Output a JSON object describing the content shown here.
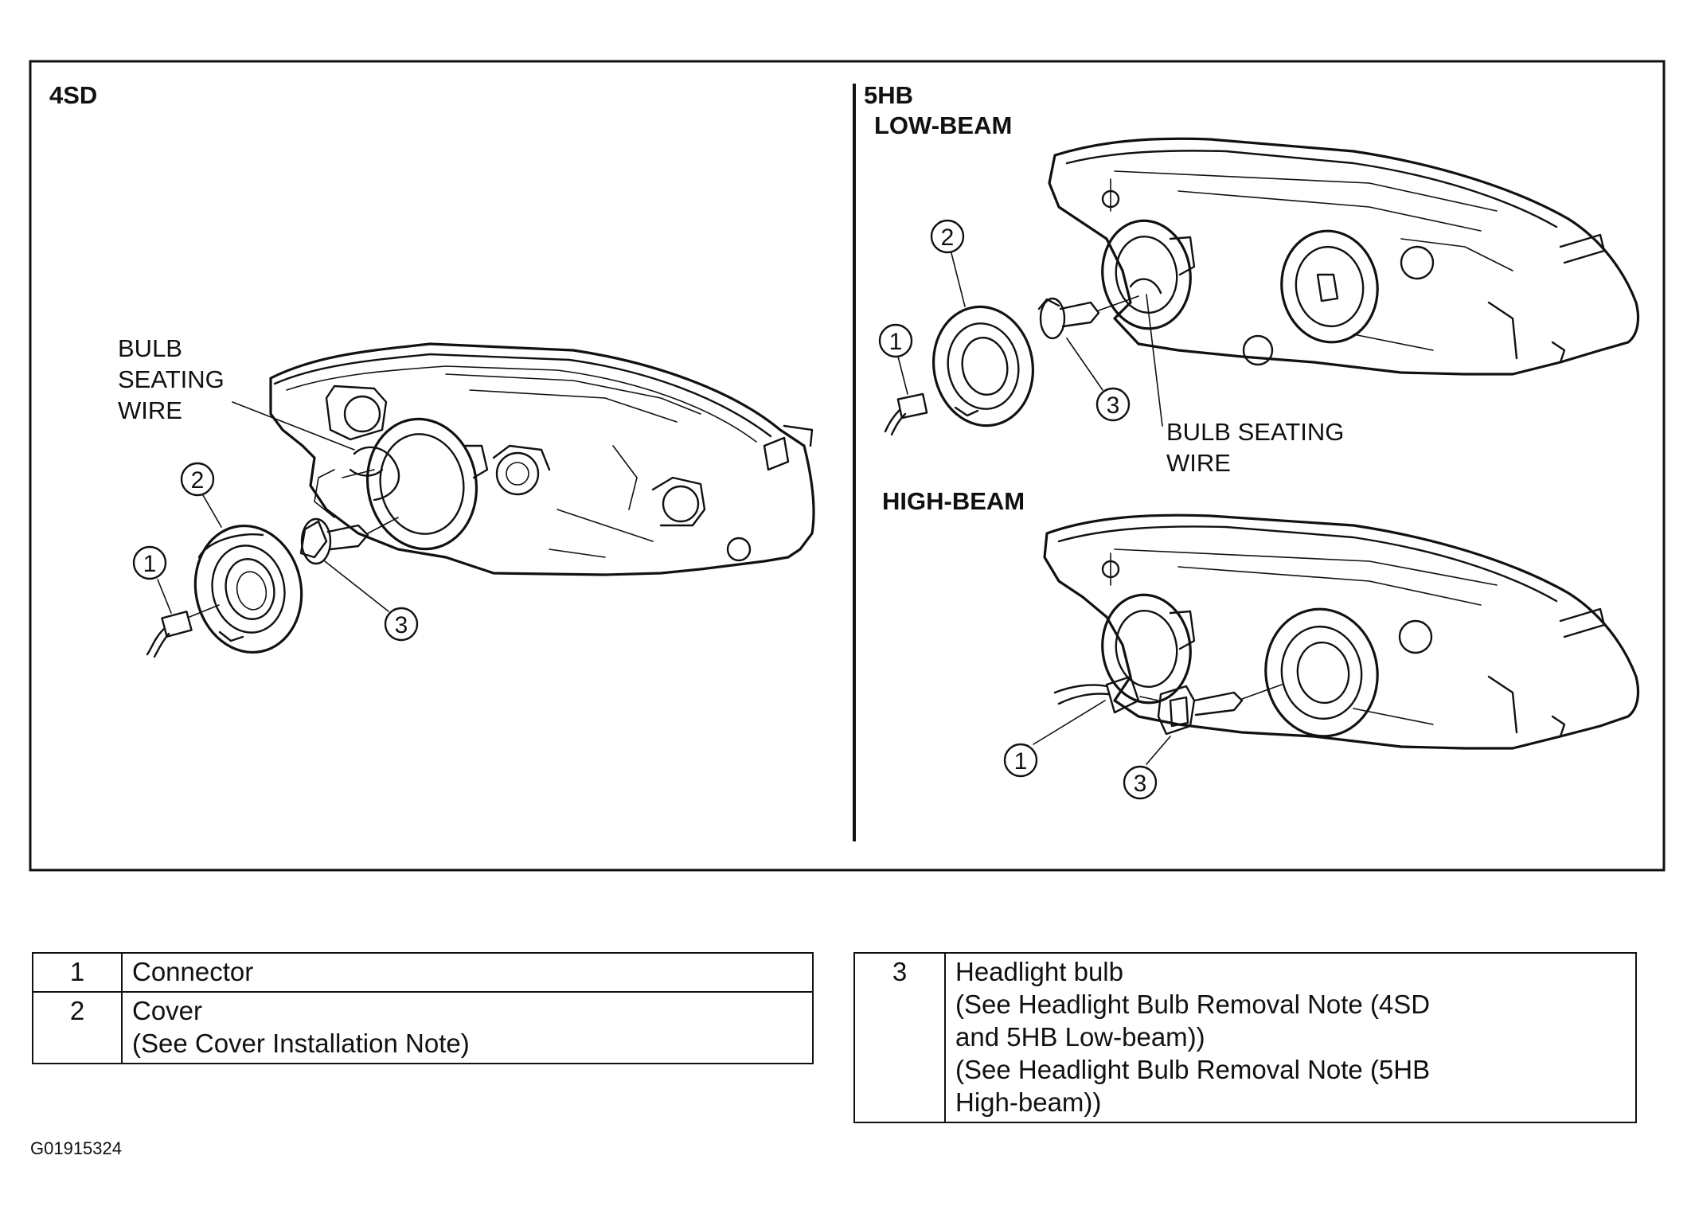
{
  "panels": {
    "left": {
      "title": "4SD",
      "wire_label": [
        "BULB",
        "SEATING",
        "WIRE"
      ]
    },
    "right": {
      "title": "5HB",
      "low_beam_label": "LOW-BEAM",
      "high_beam_label": "HIGH-BEAM",
      "wire_label": [
        "BULB SEATING",
        "WIRE"
      ]
    }
  },
  "callouts": [
    "1",
    "2",
    "3"
  ],
  "legend": {
    "left": [
      {
        "num": "1",
        "lines": [
          "Connector"
        ]
      },
      {
        "num": "2",
        "lines": [
          "Cover",
          "(See Cover Installation Note)"
        ]
      }
    ],
    "right": [
      {
        "num": "3",
        "lines": [
          "Headlight bulb",
          "(See Headlight Bulb Removal Note (4SD",
          "and 5HB Low-beam))",
          "(See Headlight Bulb Removal Note (5HB",
          "High-beam))"
        ]
      }
    ]
  },
  "figure_id": "G01915324"
}
